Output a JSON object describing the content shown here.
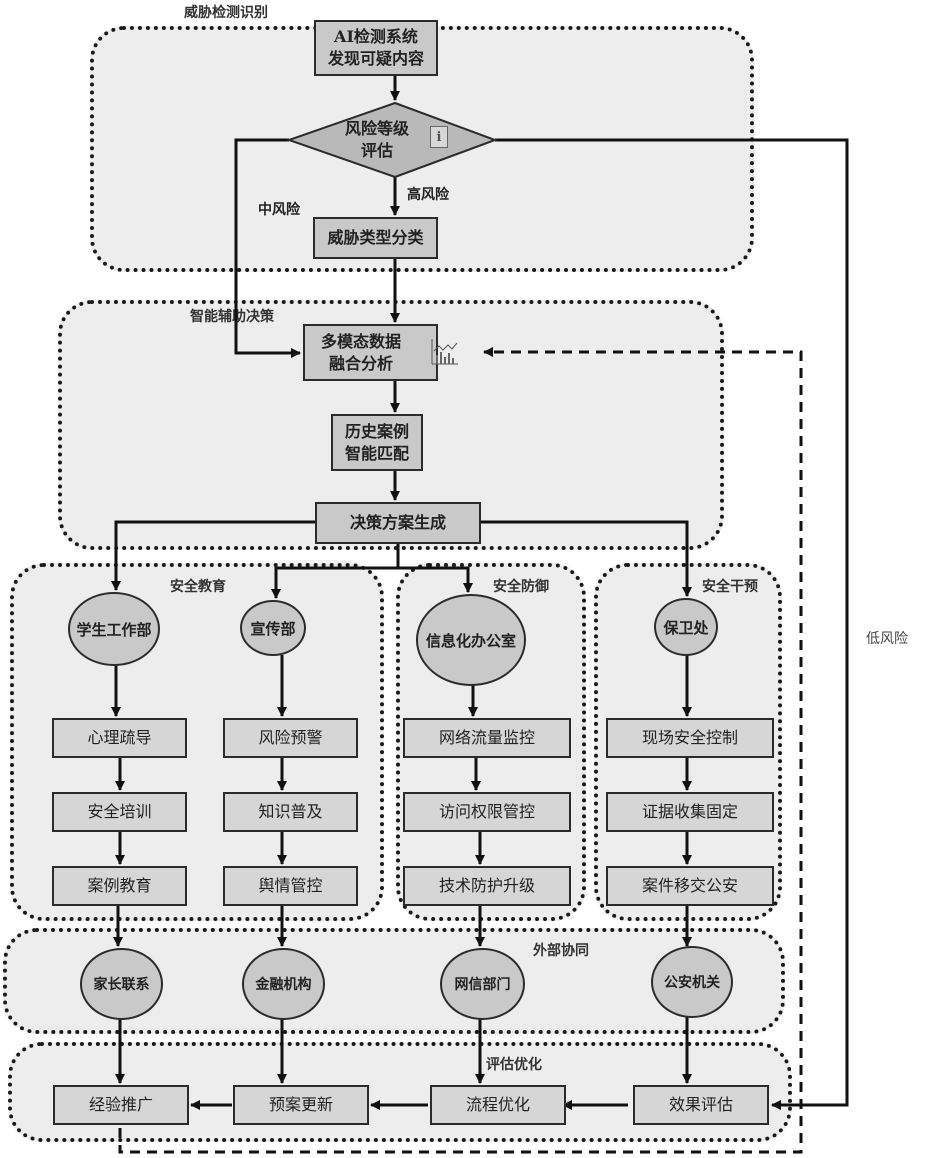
{
  "groups": {
    "threat_detection": "威胁检测识别",
    "smart_decision": "智能辅助决策",
    "safety_education": "安全教育",
    "safety_defense": "安全防御",
    "safety_intervention": "安全干预",
    "external_collab": "外部协同",
    "evaluation_opt": "评估优化"
  },
  "nodes": {
    "ai_detect": "AI检测系统\n发现可疑内容",
    "risk_assess": "风险等级\n评估",
    "threat_classify": "威胁类型分类",
    "multimodal": "多模态数据\n融合分析",
    "history_match": "历史案例\n智能匹配",
    "plan_gen": "决策方案生成",
    "student_affairs": "学生工作部",
    "publicity": "宣传部",
    "it_office": "信息化办公室",
    "security_office": "保卫处",
    "psych_counsel": "心理疏导",
    "safety_training": "安全培训",
    "case_education": "案例教育",
    "risk_warning": "风险预警",
    "knowledge_pop": "知识普及",
    "opinion_control": "舆情管控",
    "traffic_monitor": "网络流量监控",
    "access_control": "访问权限管控",
    "tech_upgrade": "技术防护升级",
    "onsite_control": "现场安全控制",
    "evidence": "证据收集固定",
    "case_transfer": "案件移交公安",
    "parent_contact": "家长联系",
    "financial": "金融机构",
    "cyberspace": "网信部门",
    "police": "公安机关",
    "experience": "经验推广",
    "plan_update": "预案更新",
    "process_opt": "流程优化",
    "effect_eval": "效果评估"
  },
  "edge_labels": {
    "high_risk": "高风险",
    "mid_risk": "中风险",
    "low_risk": "低风险"
  },
  "icons": {
    "risk_assess_icon": "info-document-icon",
    "multimodal_icon": "chart-icon"
  }
}
